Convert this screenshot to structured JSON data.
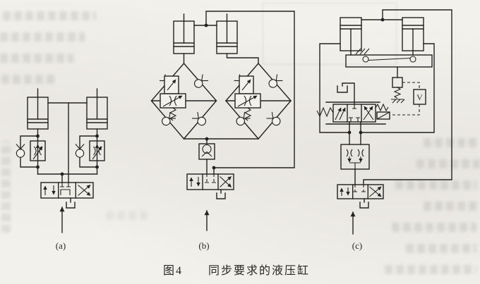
{
  "figure": {
    "number": "图4",
    "title": "同步要求的液压缸",
    "sublabels": {
      "a": "(a)",
      "b": "(b)",
      "c": "(c)"
    },
    "amplifier": "V"
  },
  "colors": {
    "paper": "#f3f1ec",
    "ink": "#222222"
  }
}
